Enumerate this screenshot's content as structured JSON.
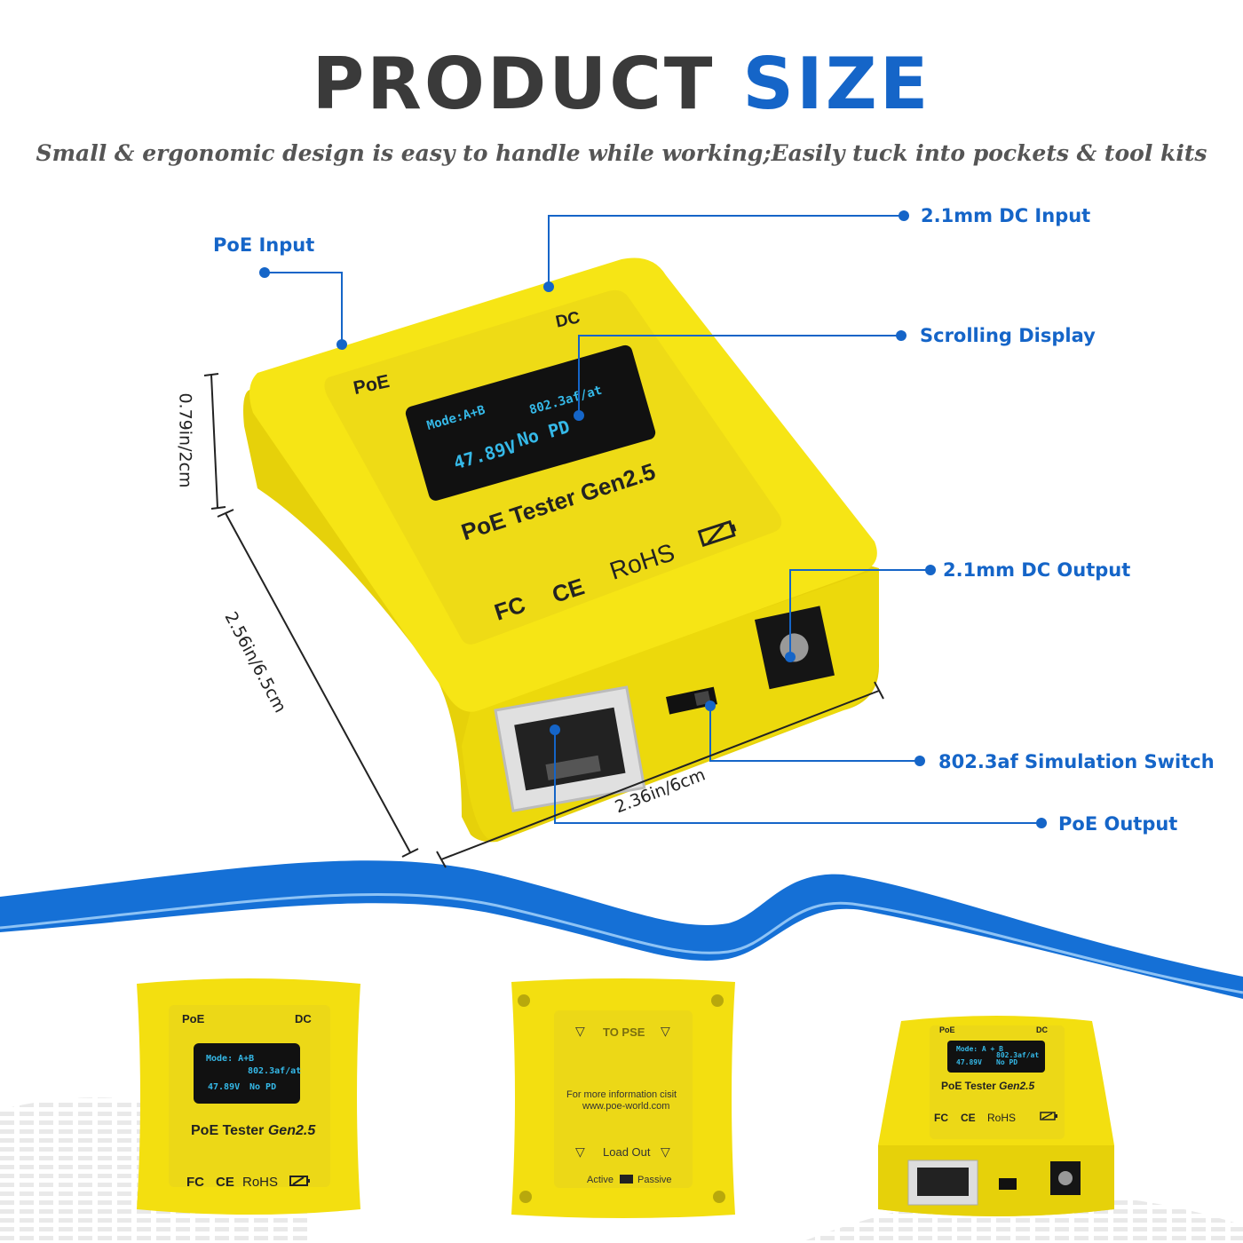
{
  "header": {
    "title_part1": "PRODUCT",
    "title_part2": "SIZE",
    "subtitle": "Small & ergonomic design is easy to handle while working;Easily tuck into pockets & tool kits"
  },
  "colors": {
    "accent": "#1565c8",
    "device": "#f2e011",
    "title": "#3a3a3a"
  },
  "callouts": {
    "poe_input": "PoE Input",
    "dc_input": "2.1mm DC Input",
    "scrolling_display": "Scrolling Display",
    "dc_output": "2.1mm DC Output",
    "sim_switch": "802.3af Simulation Switch",
    "poe_output": "PoE Output"
  },
  "dimensions": {
    "height": "0.79in/2cm",
    "depth": "2.56in/6.5cm",
    "width": "2.36in/6cm"
  },
  "device": {
    "poe_label": "PoE",
    "dc_label": "DC",
    "screen_mode": "Mode:A+B",
    "screen_standard": "802.3af/at",
    "screen_voltage": "47.89V",
    "screen_status": "No PD",
    "model": "PoE Tester Gen2.5",
    "model_prefix": "PoE Tester",
    "model_gen": "Gen2.5",
    "cert_fcc": "FC",
    "cert_ce": "CE",
    "cert_rohs": "RoHS"
  },
  "front_view": {
    "poe_label": "PoE",
    "dc_label": "DC",
    "screen_mode": "Mode: A+B",
    "screen_standard": "802.3af/at",
    "screen_voltage": "47.89V",
    "screen_status": "No PD",
    "model_prefix": "PoE Tester",
    "model_gen": "Gen2.5",
    "cert_fcc": "FC",
    "cert_ce": "CE",
    "cert_rohs": "RoHS"
  },
  "back_view": {
    "to_pse": "TO PSE",
    "info_line1": "For more information cisit",
    "info_line2": "www.poe-world.com",
    "load_out": "Load Out",
    "active": "Active",
    "passive": "Passive"
  },
  "angle_view": {
    "poe_label": "PoE",
    "dc_label": "DC",
    "screen_mode": "Mode: A + B",
    "screen_standard": "802.3af/at",
    "screen_voltage": "47.89V",
    "screen_status": "No PD",
    "model_prefix": "PoE Tester",
    "model_gen": "Gen2.5",
    "cert_fcc": "FC",
    "cert_ce": "CE",
    "cert_rohs": "RoHS"
  }
}
